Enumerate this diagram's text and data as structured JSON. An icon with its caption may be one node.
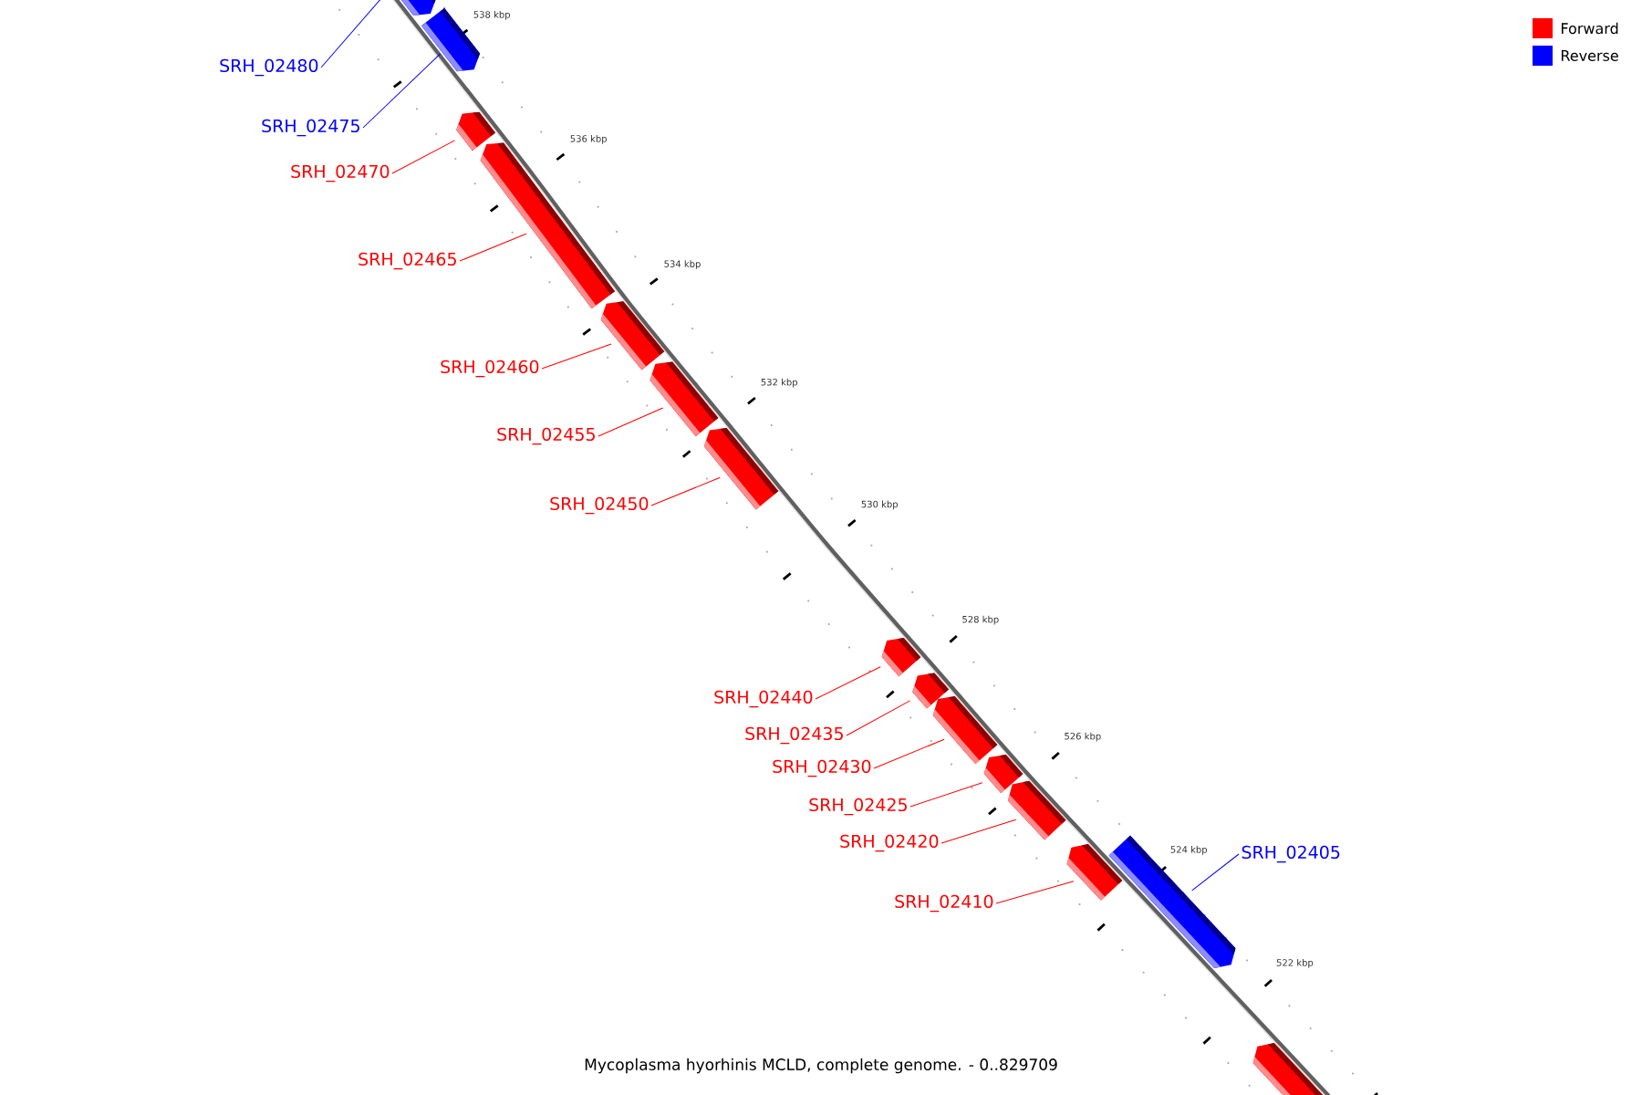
{
  "diagram": {
    "caption": "Mycoplasma hyorhinis MCLD, complete genome. - 0..829709",
    "nodes": [
      {
        "text": [
          "SRH_02480"
        ]
      },
      {
        "text": [],
        "shape": "arrow"
      },
      {
        "text": [
          "SRH_02475"
        ]
      },
      {
        "text": [],
        "shape": "arrow"
      },
      {
        "text": [
          "SRH_02470"
        ]
      },
      {
        "text": [],
        "shape": "arrow"
      },
      {
        "text": [
          "SRH_02465"
        ]
      },
      {
        "text": [],
        "shape": "arrow"
      },
      {
        "text": [
          "SRH_02460"
        ]
      },
      {
        "text": [],
        "shape": "arrow"
      },
      {
        "text": [
          "SRH_02455"
        ]
      },
      {
        "text": [],
        "shape": "arrow"
      },
      {
        "text": [
          "SRH_02450"
        ]
      },
      {
        "text": [],
        "shape": "arrow"
      },
      {
        "text": [
          "SRH_02440"
        ]
      },
      {
        "text": [],
        "shape": "arrow"
      },
      {
        "text": [
          "SRH_02435"
        ]
      },
      {
        "text": [],
        "shape": "arrow"
      },
      {
        "text": [
          "SRH_02430"
        ]
      },
      {
        "text": [],
        "shape": "arrow"
      },
      {
        "text": [
          "SRH_02425"
        ]
      },
      {
        "text": [],
        "shape": "arrow"
      },
      {
        "text": [
          "SRH_02420"
        ]
      },
      {
        "text": [],
        "shape": "arrow"
      },
      {
        "text": [
          "SRH_02410"
        ]
      },
      {
        "text": [],
        "shape": "arrow"
      },
      {
        "text": [
          "SRH_02405"
        ]
      },
      {
        "text": [],
        "shape": "arrow"
      },
      {
        "text": [],
        "shape": "arrow"
      }
    ],
    "edges": [
      {
        "from": 0,
        "to": 1,
        "arrow": "none",
        "color": "#0000ff"
      },
      {
        "from": 2,
        "to": 3,
        "arrow": "none",
        "color": "#0000ff"
      },
      {
        "from": 4,
        "to": 5,
        "arrow": "none"
      },
      {
        "from": 6,
        "to": 7,
        "arrow": "none"
      },
      {
        "from": 8,
        "to": 9,
        "arrow": "none"
      },
      {
        "from": 10,
        "to": 11,
        "arrow": "none"
      },
      {
        "from": 12,
        "to": 13,
        "arrow": "none"
      },
      {
        "from": 14,
        "to": 15,
        "arrow": "none"
      },
      {
        "from": 16,
        "to": 17,
        "arrow": "none"
      },
      {
        "from": 18,
        "to": 19,
        "arrow": "none"
      },
      {
        "from": 20,
        "to": 21,
        "arrow": "none"
      },
      {
        "from": 22,
        "to": 23,
        "arrow": "none"
      },
      {
        "from": 24,
        "to": 25,
        "arrow": "none"
      },
      {
        "from": 26,
        "to": 27,
        "arrow": "none",
        "color": "#0000ff"
      }
    ],
    "labels": [
      "538 kbp",
      "536 kbp",
      "534 kbp",
      "532 kbp",
      "530 kbp",
      "528 kbp",
      "526 kbp",
      "524 kbp",
      "522 kbp"
    ],
    "legend": [
      {
        "text": "Forward",
        "color": "#ff0000"
      },
      {
        "text": "Reverse",
        "color": "#0000ff"
      }
    ]
  }
}
